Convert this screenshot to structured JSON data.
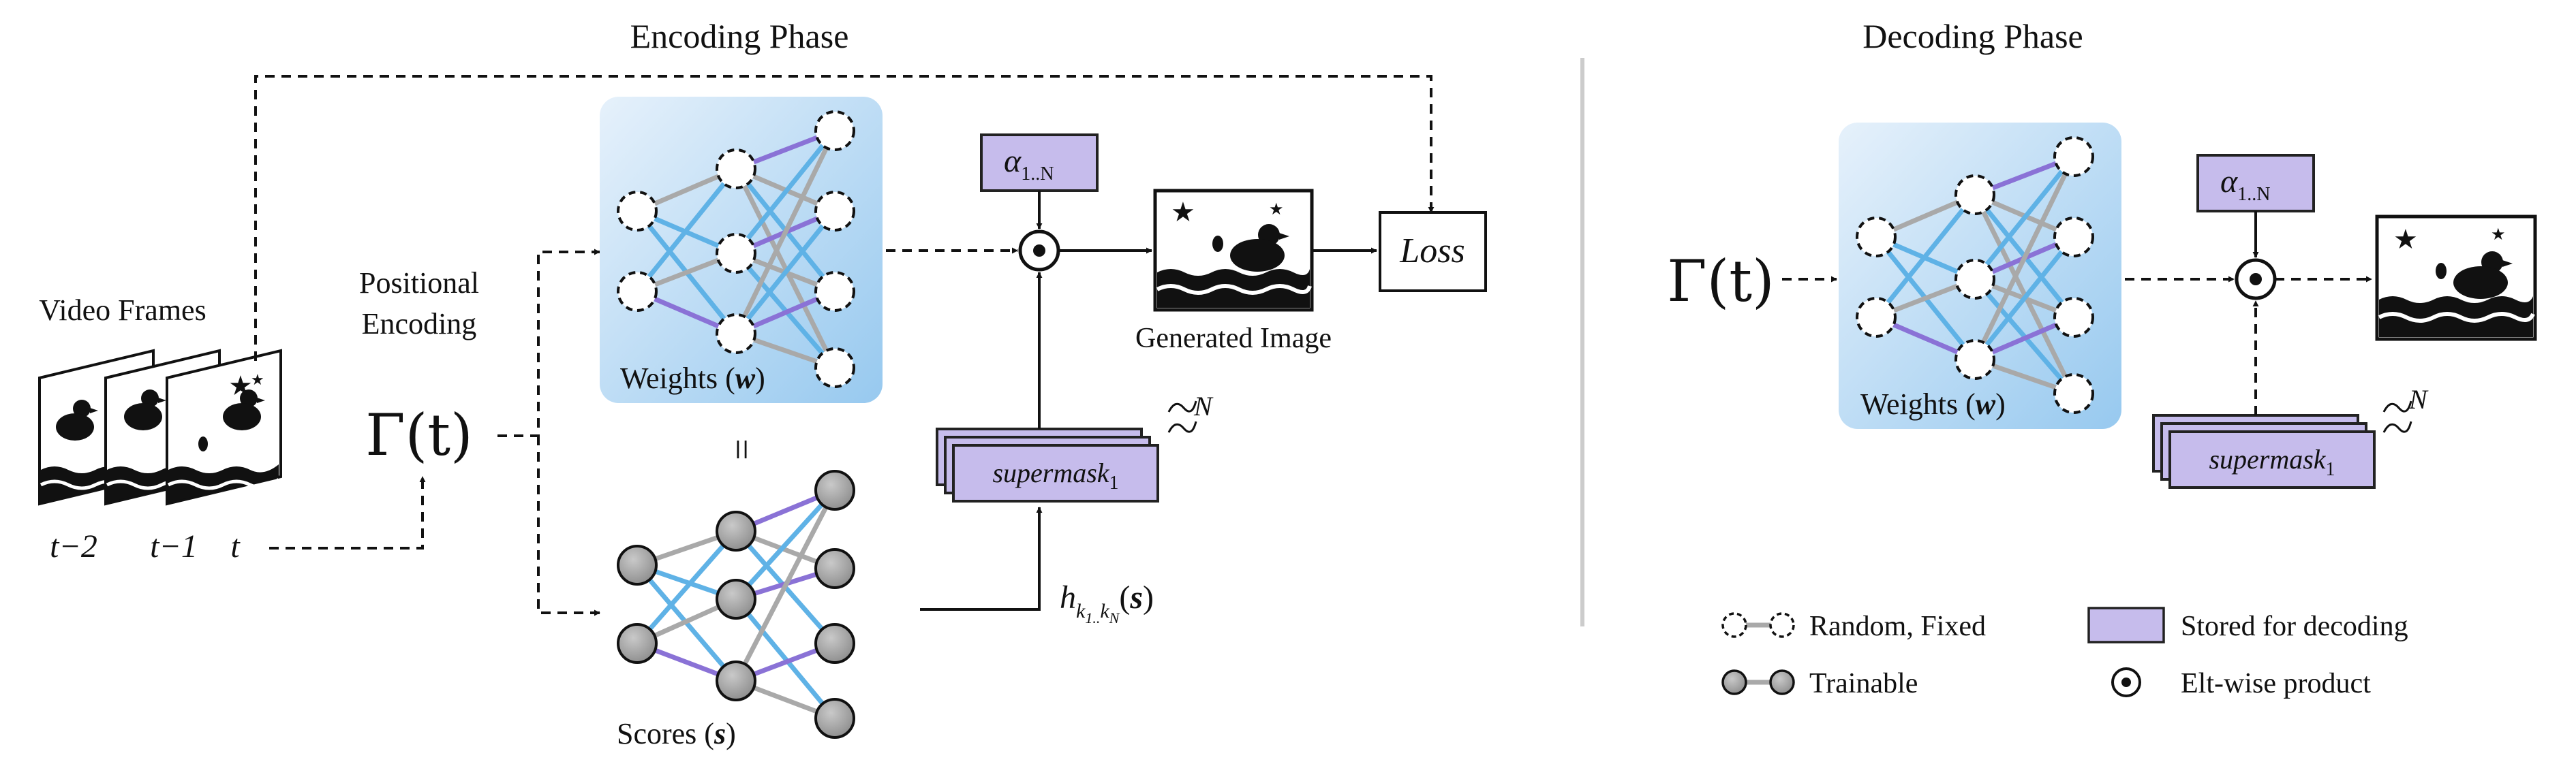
{
  "titles": {
    "encoding": "Encoding Phase",
    "decoding": "Decoding Phase"
  },
  "encoding": {
    "video_frames_label": "Video Frames",
    "frame_labels": [
      "t−2",
      "t−1",
      "t"
    ],
    "positional_label_line1": "Positional",
    "positional_label_line2": "Encoding",
    "gamma": "Γ(t)",
    "weights_caption": "Weights (",
    "weights_symbol": "w",
    "scores_caption": "Scores (",
    "scores_symbol": "s",
    "equals_sign": "=",
    "alpha_base": "α",
    "alpha_sub": "1..N",
    "loss_label": "Loss",
    "generated_image_label": "Generated Image",
    "supermask_base": "supermask",
    "supermask_sub": "1",
    "n_label": "N",
    "h_base": "h",
    "h_sub": "k",
    "h_sub2": "1..",
    "h_sub3": "k",
    "h_sub4": "N",
    "h_arg": "s"
  },
  "decoding": {
    "gamma": "Γ(t)",
    "weights_caption": "Weights (",
    "weights_symbol": "w",
    "alpha_base": "α",
    "alpha_sub": "1..N",
    "supermask_base": "supermask",
    "supermask_sub": "1",
    "n_label": "N"
  },
  "legend": {
    "random_fixed": "Random, Fixed",
    "trainable": "Trainable",
    "stored": "Stored for decoding",
    "eltwise": "Elt-wise product"
  },
  "colors": {
    "weights_panel_top": "#e4f0fb",
    "weights_panel_bottom": "#9dcdf0",
    "mask_fill": "#c6bcec",
    "mask_stroke": "#222222",
    "edge_gray": "#a9a9a9",
    "edge_blue": "#5fb2e6",
    "edge_purple": "#8a72d6",
    "score_node": "#9b9b9b",
    "divider": "#cccccc"
  }
}
